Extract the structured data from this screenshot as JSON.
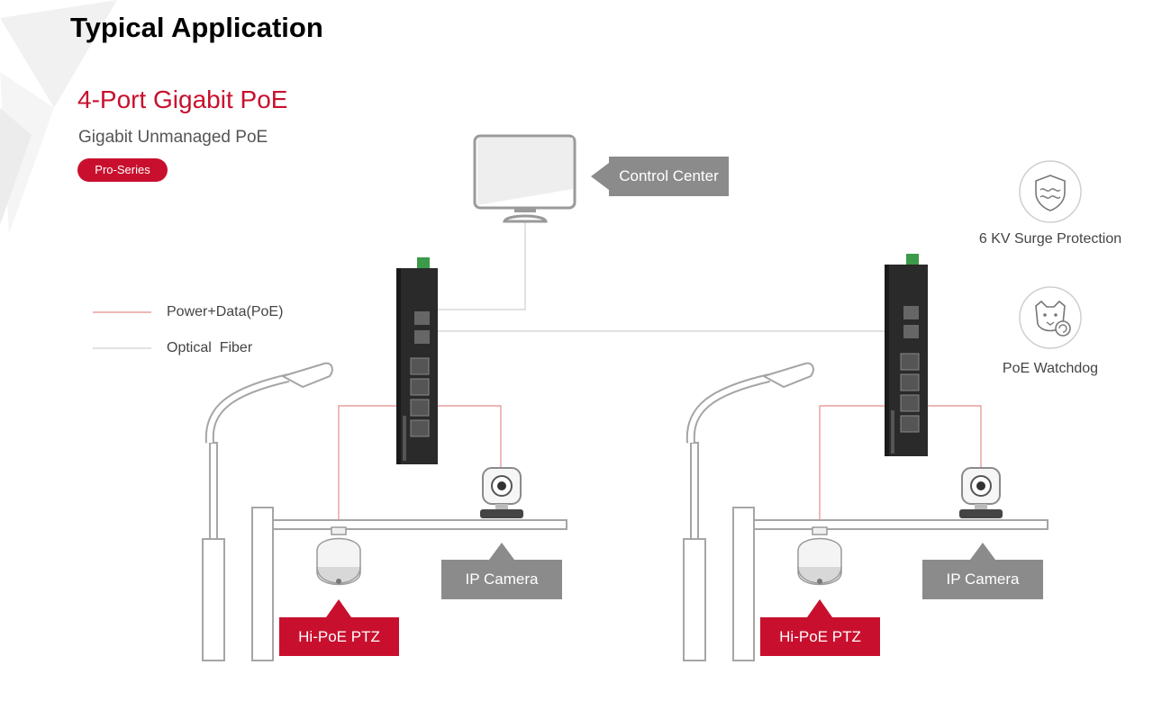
{
  "page_title": "Typical Application",
  "product": {
    "title": "4-Port Gigabit PoE",
    "subtitle": "Gigabit Unmanaged PoE",
    "badge": "Pro-Series"
  },
  "legend": {
    "items": [
      {
        "label": "Power+Data(PoE)",
        "color": "#e58c8c"
      },
      {
        "label": "Optical  Fiber",
        "color": "#cfcfcf"
      }
    ]
  },
  "features": [
    {
      "label": "6 KV Surge Protection",
      "icon": "shield-surge-icon"
    },
    {
      "label": "PoE Watchdog",
      "icon": "watchdog-icon"
    }
  ],
  "callouts": {
    "control_center": "Control Center",
    "ip_camera": "IP Camera",
    "ptz": "Hi-PoE PTZ"
  },
  "colors": {
    "brand_red": "#c8102e",
    "callout_gray": "#8b8b8b",
    "poe_line": "#e58c8c",
    "fiber_line": "#cfcfcf",
    "device_dark": "#2a2a2a"
  }
}
